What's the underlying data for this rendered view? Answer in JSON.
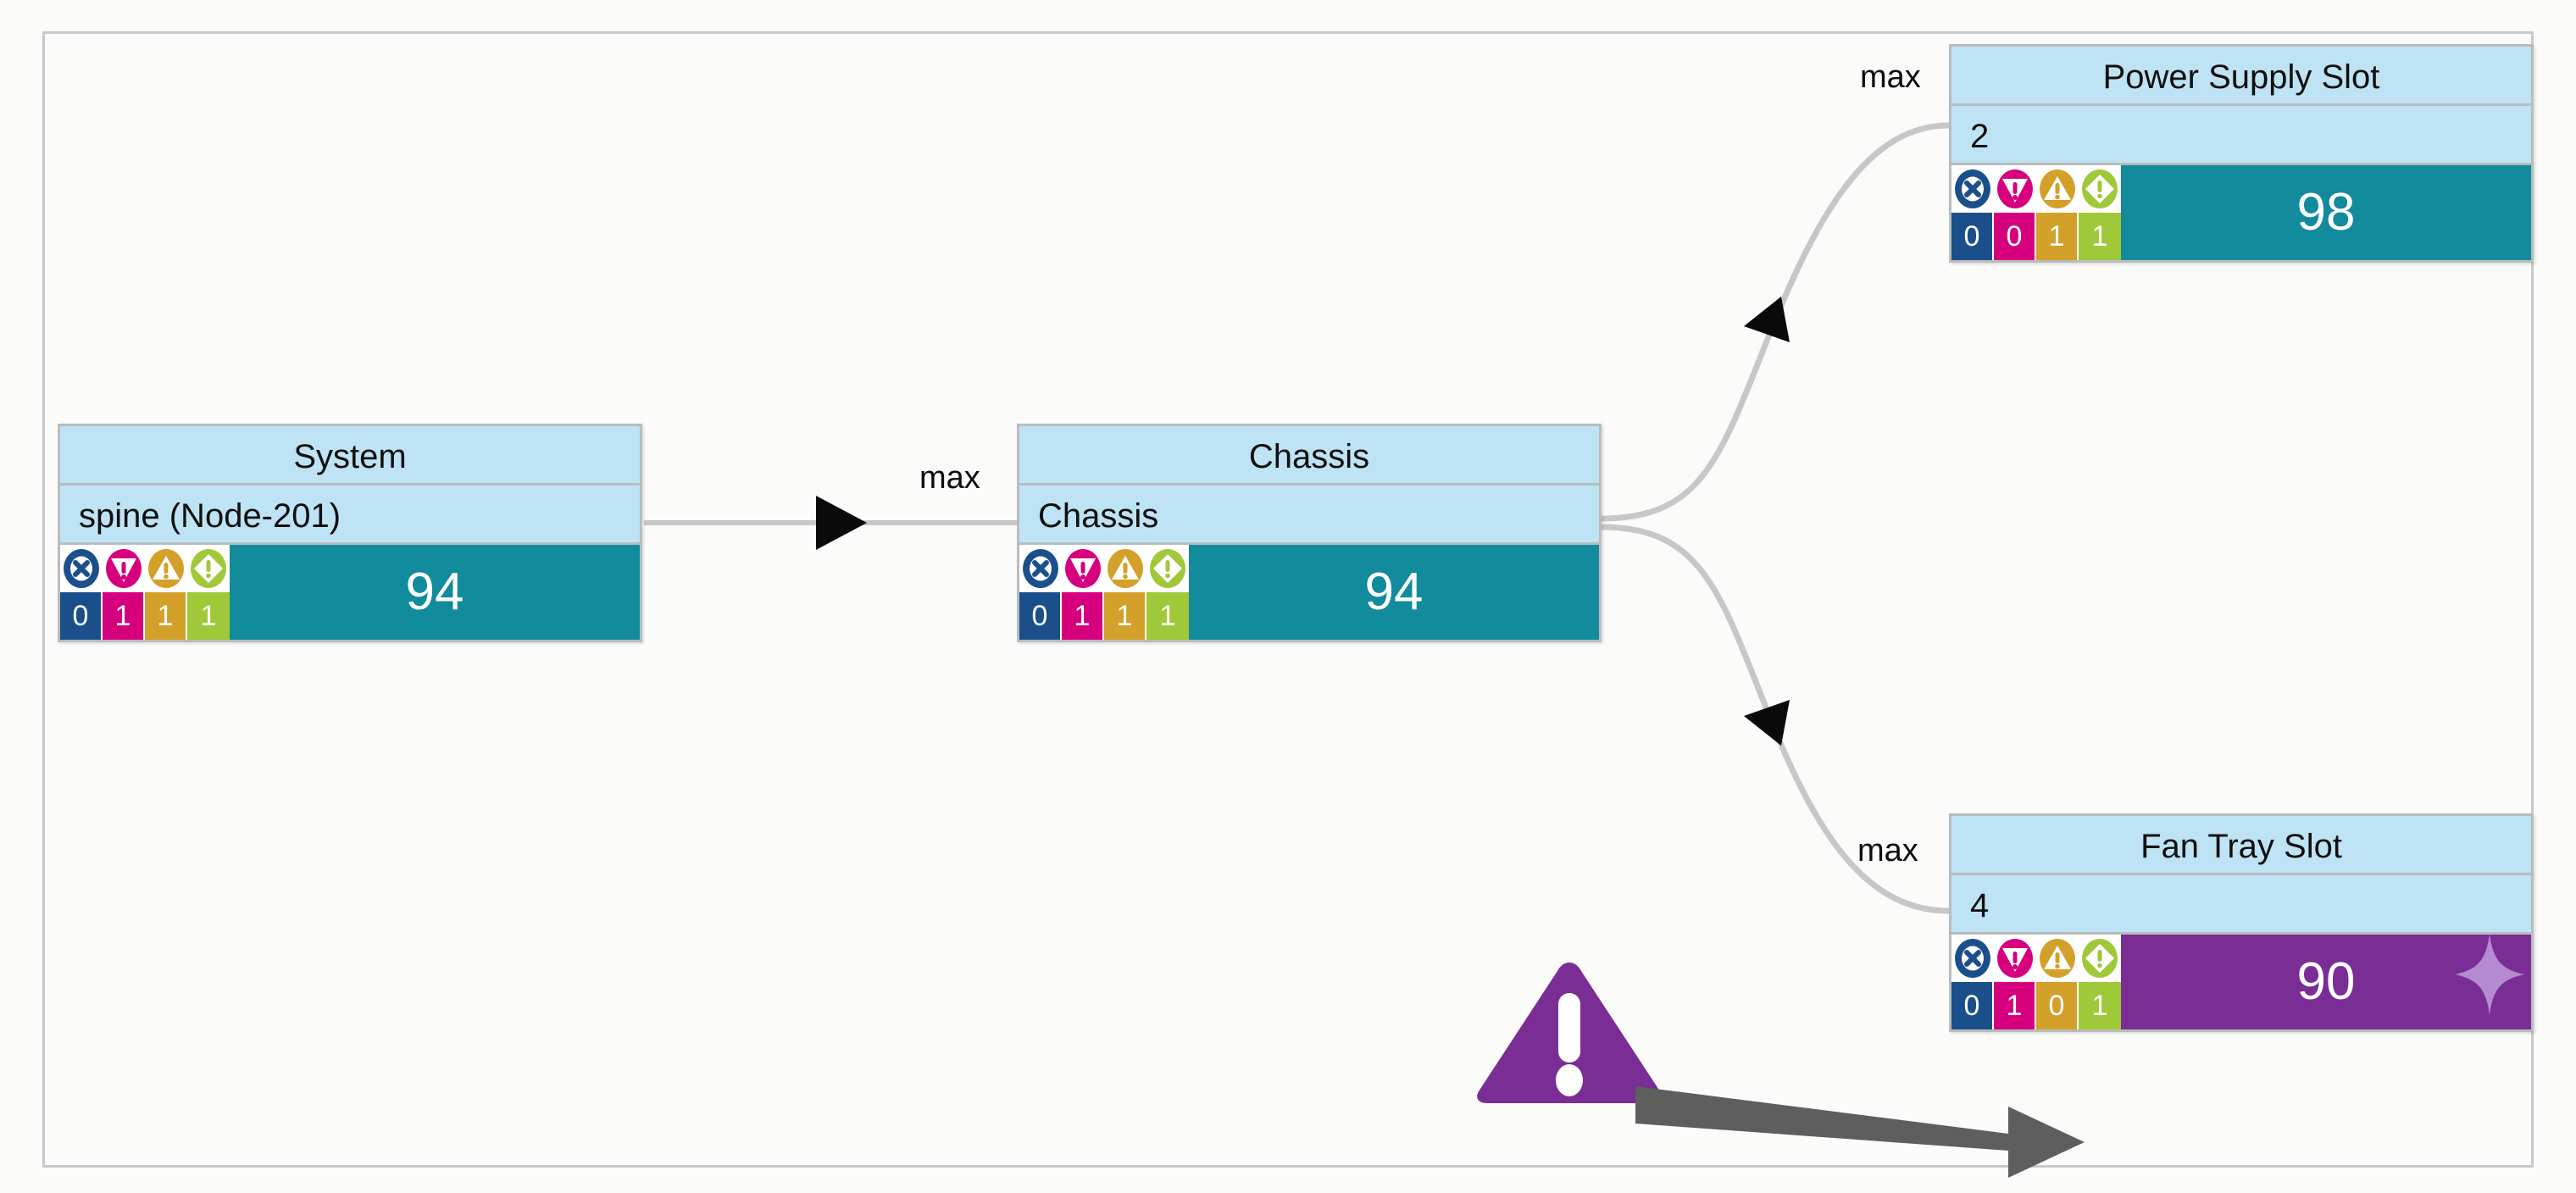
{
  "diagram": {
    "background_color": "#fbfbfa",
    "border_color": "#c9c9c9",
    "severity_colors": {
      "critical": "#1b4f8c",
      "major": "#d6007f",
      "minor": "#d3a029",
      "warning": "#a0c93a"
    },
    "score_colors": {
      "teal": "#128b9c",
      "purple": "#7b2d96",
      "sparkle": "#b48bd0"
    },
    "node_header_color": "#bee3f4",
    "edge_color": "#c7c7c7",
    "annotation_color": "#7b2d96",
    "annotation_arrow_color": "#5e5e5e"
  },
  "nodes": [
    {
      "id": "system",
      "title": "System",
      "subtitle": "spine (Node-201)",
      "severity_icons": [
        "critical-x-icon",
        "major-alert-icon",
        "minor-alert-icon",
        "warning-alert-icon"
      ],
      "severity_counts": [
        "0",
        "1",
        "1",
        "1"
      ],
      "score": "94",
      "score_style": "teal",
      "has_sparkle": false
    },
    {
      "id": "chassis",
      "title": "Chassis",
      "subtitle": "Chassis",
      "severity_icons": [
        "critical-x-icon",
        "major-alert-icon",
        "minor-alert-icon",
        "warning-alert-icon"
      ],
      "severity_counts": [
        "0",
        "1",
        "1",
        "1"
      ],
      "score": "94",
      "score_style": "teal",
      "has_sparkle": false
    },
    {
      "id": "power-supply-slot",
      "title": "Power Supply Slot",
      "subtitle": "2",
      "severity_icons": [
        "critical-x-icon",
        "major-alert-icon",
        "minor-alert-icon",
        "warning-alert-icon"
      ],
      "severity_counts": [
        "0",
        "0",
        "1",
        "1"
      ],
      "score": "98",
      "score_style": "teal",
      "has_sparkle": false
    },
    {
      "id": "fan-tray-slot",
      "title": "Fan Tray Slot",
      "subtitle": "4",
      "severity_icons": [
        "critical-x-icon",
        "major-alert-icon",
        "minor-alert-icon",
        "warning-alert-icon"
      ],
      "severity_counts": [
        "0",
        "1",
        "0",
        "1"
      ],
      "score": "90",
      "score_style": "purple",
      "has_sparkle": true
    }
  ],
  "edges": [
    {
      "id": "system-to-chassis",
      "label": "max",
      "from": "system",
      "to": "chassis",
      "arrow": "right"
    },
    {
      "id": "chassis-to-power-supply-slot",
      "label": "max",
      "from": "chassis",
      "to": "power-supply-slot",
      "arrow": "left"
    },
    {
      "id": "chassis-to-fan-tray-slot",
      "label": "max",
      "from": "chassis",
      "to": "fan-tray-slot",
      "arrow": "left"
    }
  ],
  "annotation": {
    "icon": "warning-triangle-icon",
    "arrow": "pointer-arrow-icon",
    "points_to": "fan-tray-slot major count"
  }
}
